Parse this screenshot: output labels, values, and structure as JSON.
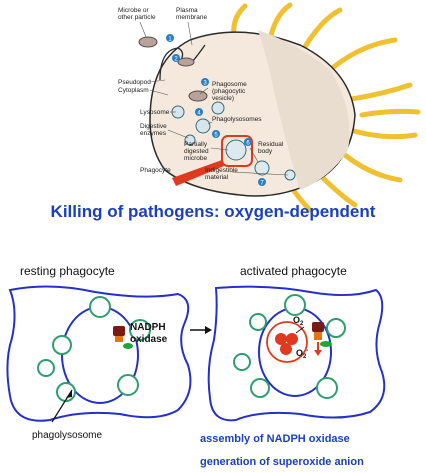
{
  "top_figure": {
    "labels": {
      "microbe": [
        "Microbe or",
        "other particle"
      ],
      "plasma_membrane": [
        "Plasma",
        "membrane"
      ],
      "pseudopod": "Pseudopod",
      "cytoplasm": "Cytoplasm",
      "phagosome": [
        "Phagosome",
        "(phagocytic",
        "vesicle)"
      ],
      "lysosome": "Lysosome",
      "phagolysosomes": "Phagolysosomes",
      "digestive_enzymes": [
        "Digestive",
        "enzymes"
      ],
      "partially_digested": [
        "Partially",
        "digested",
        "microbe"
      ],
      "residual_body": [
        "Residual",
        "body"
      ],
      "phagocyte": "Phagocyte",
      "indigestible": [
        "Indigestible",
        "material"
      ]
    },
    "steps": [
      "1",
      "2",
      "3",
      "4",
      "5",
      "6",
      "7"
    ]
  },
  "heading": "Killing of pathogens: oxygen-dependent",
  "bottom": {
    "resting_title": "resting phagocyte",
    "activated_title": "activated phagocyte",
    "nadph_label": [
      "NADPH",
      "oxidase"
    ],
    "phagolysosome_label": "phagolysosome",
    "o2_label": "O",
    "o2_sub": "2",
    "superoxide_label": "O",
    "superoxide_sub": "2",
    "superoxide_sup": "-",
    "caption_lines": [
      "assembly of NADPH oxidase",
      "generation of superoxide anion"
    ]
  },
  "colors": {
    "heading": "#1a3fbf",
    "caption": "#1a3fbf",
    "cell_outline": "#2430c8",
    "vesicle": "#2e9e6e",
    "oxidase_dark": "#7a1a14",
    "oxidase_orange": "#e0761a",
    "oxidase_green": "#18a83a",
    "superoxide": "#e03a1e",
    "cell_fill": "#f4e9dc",
    "pseudopod": "#f0c030"
  }
}
